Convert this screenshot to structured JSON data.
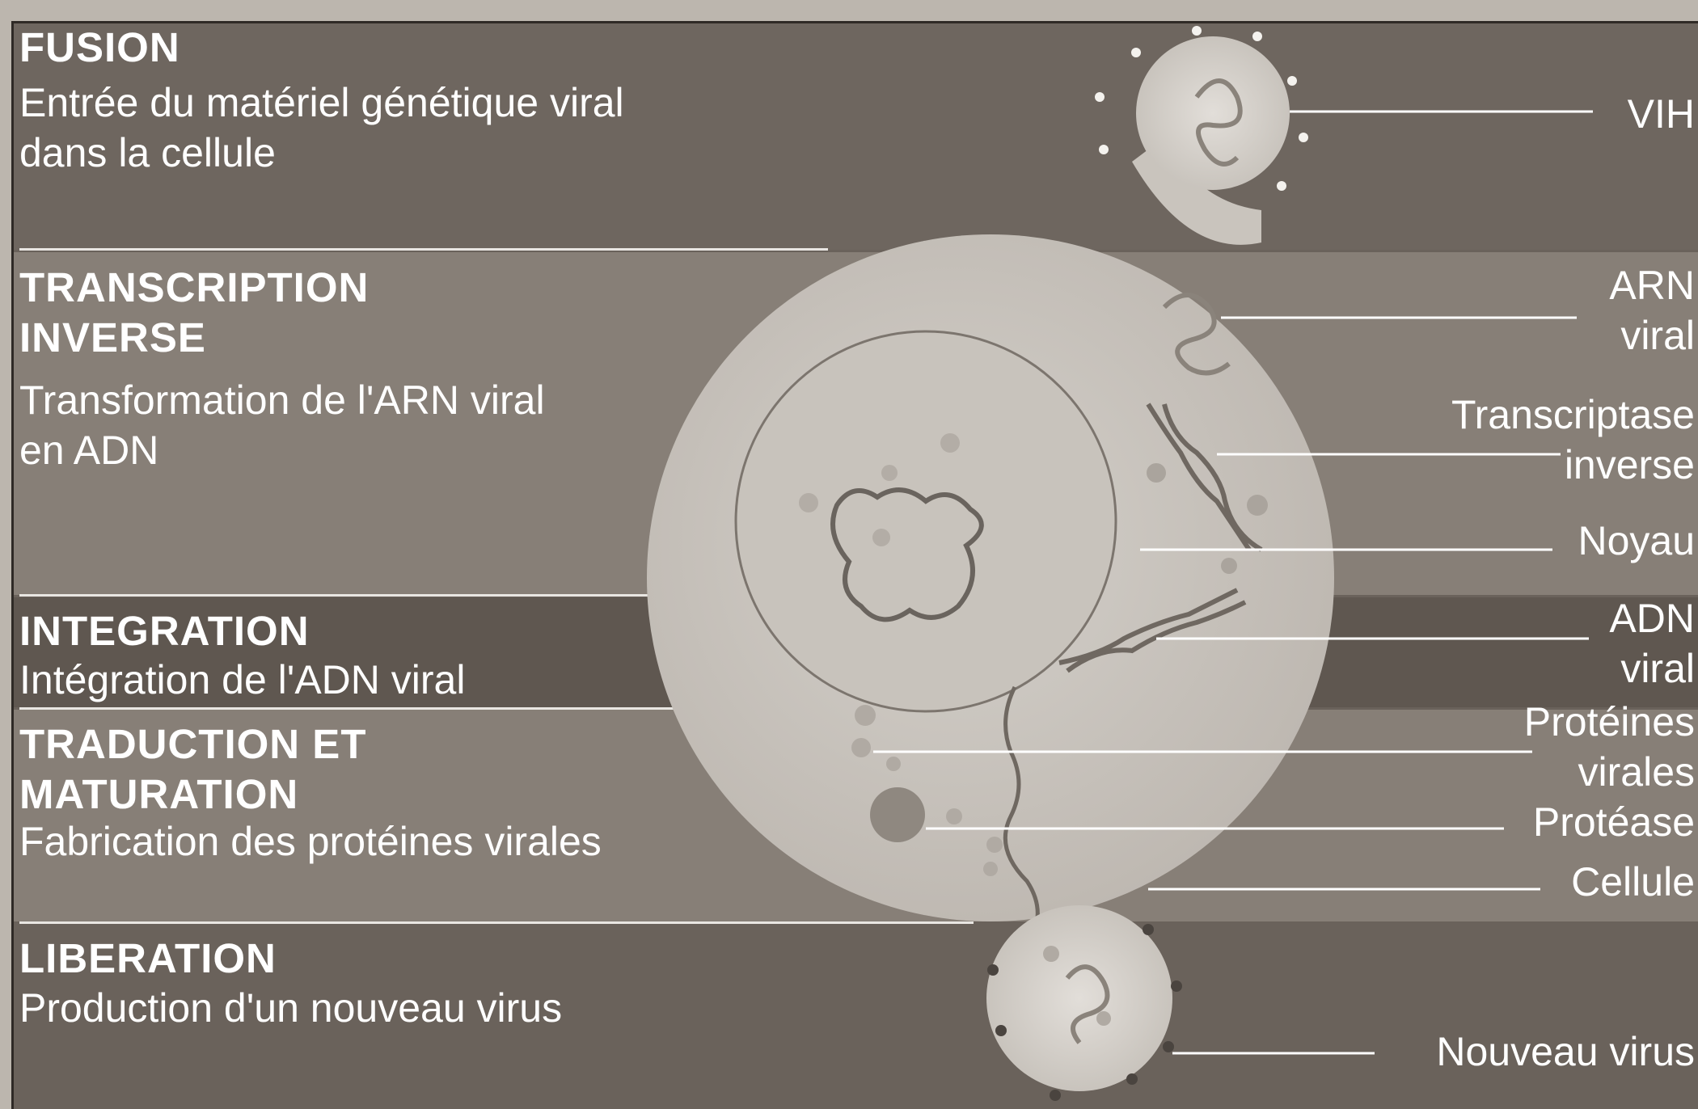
{
  "stages": [
    {
      "title": "FUSION",
      "description": "Entrée du matériel génétique viral\ndans la cellule"
    },
    {
      "title": "TRANSCRIPTION\nINVERSE",
      "description": "Transformation de l'ARN viral\nen ADN"
    },
    {
      "title": "INTEGRATION",
      "description": "Intégration de l'ADN viral"
    },
    {
      "title": "TRADUCTION ET\nMATURATION",
      "description": "Fabrication des protéines virales"
    },
    {
      "title": "LIBERATION",
      "description": "Production d'un nouveau virus"
    }
  ],
  "labels": {
    "vih": "VIH",
    "arn_viral": "ARN\nviral",
    "transcriptase": "Transcriptase\ninverse",
    "noyau": "Noyau",
    "adn_viral": "ADN\nviral",
    "proteines": "Protéines\nvirales",
    "protease": "Protéase",
    "cellule": "Cellule",
    "nouveau_virus": "Nouveau virus"
  },
  "colors": {
    "band_dark": "#6a625b",
    "band_mid": "#857d75",
    "cell": "#cbc6c0",
    "text": "#ffffff"
  }
}
